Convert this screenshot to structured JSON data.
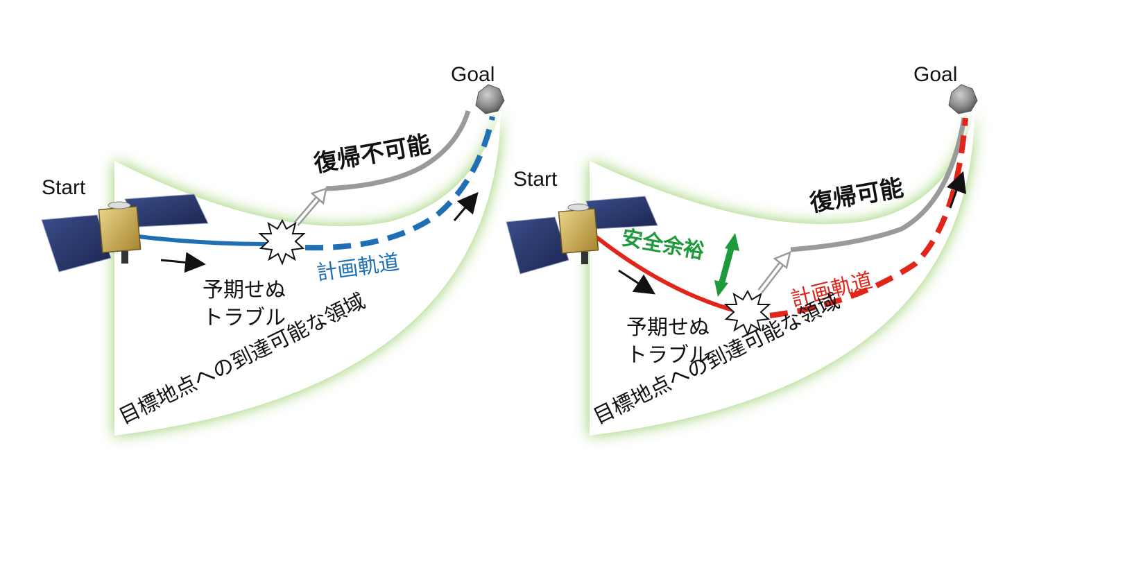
{
  "colors": {
    "region_glow": "#7cc242",
    "planned_left": "#1f6fb5",
    "planned_right": "#e1251b",
    "recovery_gray": "#9a9a9a",
    "margin_green": "#1e9a3c",
    "background": "#ffffff"
  },
  "icons": [
    "spacecraft-icon",
    "asteroid-icon",
    "explosion-icon",
    "arrow-icon"
  ],
  "left_panel": {
    "start_label": "Start",
    "goal_label": "Goal",
    "trouble_label_line1": "予期せぬ",
    "trouble_label_line2": "トラブル",
    "planned_label": "計画軌道",
    "recovery_label": "復帰不可能",
    "region_label": "目標地点への到達可能な領域"
  },
  "right_panel": {
    "start_label": "Start",
    "goal_label": "Goal",
    "trouble_label_line1": "予期せぬ",
    "trouble_label_line2": "トラブル",
    "planned_label": "計画軌道",
    "recovery_label": "復帰可能",
    "margin_label": "安全余裕",
    "region_label": "目標地点への到達可能な領域"
  }
}
